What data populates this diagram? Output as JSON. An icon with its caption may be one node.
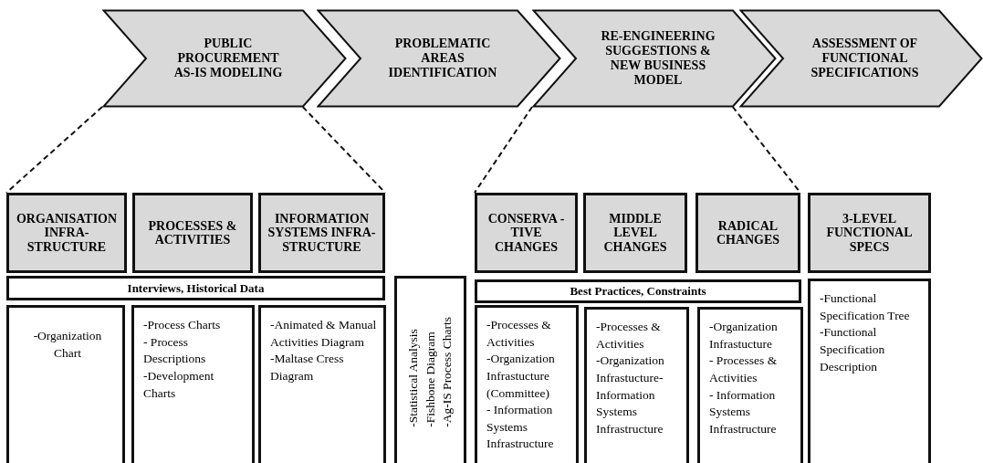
{
  "diagram": {
    "nodes": [
      {
        "text": [
          "PUBLIC PROCUREMENT AS-IS MODELING"
        ]
      },
      {
        "text": [
          "PROBLEMATIC AREAS IDENTIFICATION"
        ]
      },
      {
        "text": [
          "RE-ENGINEERING SUGGESTIONS & NEW BUSINESS MODEL"
        ]
      },
      {
        "text": [
          "ASSESSMENT OF FUNCTIONAL SPECIFICATIONS"
        ]
      },
      {
        "text": [
          "ORGANISATION INFRA- STRUCTURE"
        ]
      },
      {
        "text": [
          "PROCESSES & ACTIVITIES"
        ]
      },
      {
        "text": [
          "INFORMATION SYSTEMS INFRA- STRUCTURE"
        ]
      },
      {
        "text": [
          "CONSERVA -TIVE CHANGES"
        ]
      },
      {
        "text": [
          "MIDDLE LEVEL CHANGES"
        ]
      },
      {
        "text": [
          "RADICAL CHANGES"
        ]
      },
      {
        "text": [
          "3-LEVEL FUNCTIONAL SPECS"
        ]
      },
      {
        "text": [
          "Interviews, Historical Data"
        ]
      },
      {
        "text": [
          "Best Practices, Constraints"
        ]
      },
      {
        "text": [
          "-Organization Chart"
        ]
      },
      {
        "text": [
          "-Process Charts",
          "- Process Descriptions",
          "-Development Charts"
        ]
      },
      {
        "text": [
          "-Animated & Manual Activities Diagram",
          "-Maltase Cress Diagram"
        ]
      },
      {
        "text": [
          "-Statistical Analysis",
          "-Fishbone Diagram",
          "-Ag-IS Process Charts"
        ]
      },
      {
        "text": [
          "-Processes & Activities",
          "-Organization Infrastucture (Committee)",
          "- Information Systems Infrastructure"
        ]
      },
      {
        "text": [
          "-Processes & Activities",
          "-Organization Infrastucture- Information Systems Infrastructure"
        ]
      },
      {
        "text": [
          "-Organization Infrastucture",
          "- Processes & Activities",
          "- Information Systems Infrastructure"
        ]
      },
      {
        "text": [
          "-Functional Specification Tree",
          "-Functional Specification Description"
        ]
      }
    ],
    "edges": [
      {
        "from": 0,
        "to": 4,
        "arrow": "none",
        "style": "dashed"
      },
      {
        "from": 0,
        "to": 6,
        "arrow": "none",
        "style": "dashed"
      },
      {
        "from": 2,
        "to": 7,
        "arrow": "none",
        "style": "dashed"
      },
      {
        "from": 2,
        "to": 9,
        "arrow": "none",
        "style": "dashed"
      }
    ]
  }
}
